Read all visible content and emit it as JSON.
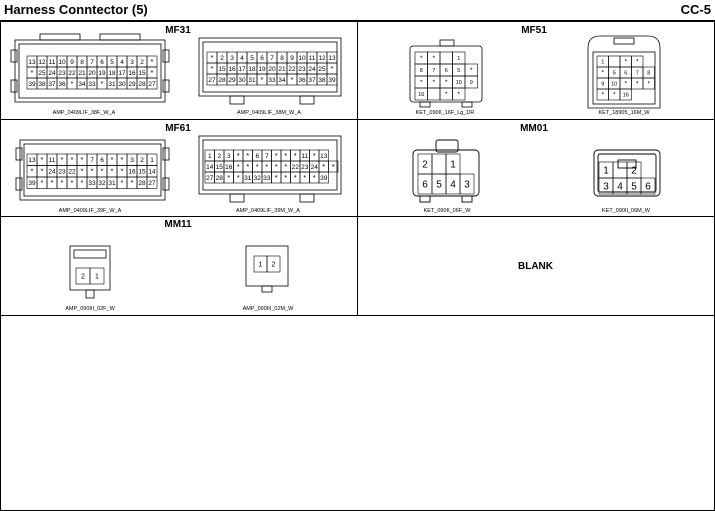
{
  "page": {
    "title": "Harness Conntector (5)",
    "code": "CC-5"
  },
  "sections": [
    {
      "title": "MF31",
      "captions": [
        "AMP_0409LIF_38F_W_A",
        "AMP_0409LIF_38M_W_A"
      ]
    },
    {
      "title": "MF51",
      "captions": [
        "KET_090II_16F_Lg_DR",
        "KET_18905_16M_W"
      ]
    },
    {
      "title": "MF61",
      "captions": [
        "AMP_0409LIF_39F_W_A",
        "AMP_0409LIF_39M_W_A"
      ]
    },
    {
      "title": "MM01",
      "captions": [
        "KET_090II_06F_W",
        "KET_090II_06M_W"
      ]
    },
    {
      "title": "MM11",
      "captions": [
        "AMP_090III_02F_W",
        "AMP_090III_02M_W"
      ]
    }
  ],
  "blank_label": "BLANK",
  "connectors": {
    "mf31_f": [
      [
        "13",
        "12",
        "11",
        "10",
        "9",
        "8",
        "7",
        "6",
        "5",
        "4",
        "3",
        "2",
        "*"
      ],
      [
        "*",
        "25",
        "24",
        "23",
        "22",
        "21",
        "20",
        "19",
        "18",
        "17",
        "16",
        "15",
        "*"
      ],
      [
        "39",
        "38",
        "37",
        "36",
        "*",
        "34",
        "33",
        "*",
        "31",
        "30",
        "29",
        "28",
        "27"
      ]
    ],
    "mf31_m": [
      [
        "*",
        "2",
        "3",
        "4",
        "5",
        "6",
        "7",
        "8",
        "9",
        "10",
        "11",
        "12",
        "13"
      ],
      [
        "*",
        "15",
        "16",
        "17",
        "18",
        "19",
        "20",
        "21",
        "22",
        "23",
        "24",
        "25",
        "*"
      ],
      [
        "27",
        "28",
        "29",
        "30",
        "31",
        "*",
        "33",
        "34",
        "*",
        "36",
        "37",
        "38",
        "39"
      ]
    ],
    "mf51_f": [
      [
        "*",
        "*",
        "",
        "1"
      ],
      [
        "8",
        "7",
        "6",
        "5",
        "*"
      ],
      [
        "*",
        "*",
        "*",
        "10",
        "9"
      ],
      [
        "16",
        "",
        "*",
        "*"
      ]
    ],
    "mf51_m": [
      [
        "1",
        "",
        "*",
        "*"
      ],
      [
        "*",
        "5",
        "6",
        "7",
        "8"
      ],
      [
        "9",
        "10",
        "*",
        "*",
        "*"
      ],
      [
        "*",
        "*",
        "16"
      ]
    ],
    "mf61_f": [
      [
        "13",
        "*",
        "11",
        "*",
        "*",
        "*",
        "7",
        "6",
        "*",
        "*",
        "3",
        "2",
        "1"
      ],
      [
        "*",
        "*",
        "24",
        "23",
        "22",
        "*",
        "*",
        "*",
        "*",
        "*",
        "16",
        "15",
        "14"
      ],
      [
        "39",
        "*",
        "*",
        "*",
        "*",
        "*",
        "33",
        "32",
        "31",
        "*",
        "*",
        "28",
        "27"
      ]
    ],
    "mf61_m": [
      [
        "1",
        "2",
        "3",
        "*",
        "*",
        "6",
        "7",
        "*",
        "*",
        "*",
        "11",
        "*",
        "13"
      ],
      [
        "14",
        "15",
        "16",
        "*",
        "*",
        "*",
        "*",
        "*",
        "*",
        "22",
        "23",
        "24",
        "*",
        "*"
      ],
      [
        "27",
        "28",
        "*",
        "*",
        "31",
        "32",
        "33",
        "*",
        "*",
        "*",
        "*",
        "*",
        "39"
      ]
    ],
    "mm01_f": [
      [
        "2",
        "",
        "1"
      ],
      [
        "6",
        "5",
        "4",
        "3"
      ]
    ],
    "mm01_m": [
      [
        "1",
        "",
        "2"
      ],
      [
        "3",
        "4",
        "5",
        "6"
      ]
    ],
    "mm11_f": [
      [
        "2",
        "1"
      ]
    ],
    "mm11_m": [
      [
        "1",
        "2"
      ]
    ]
  }
}
